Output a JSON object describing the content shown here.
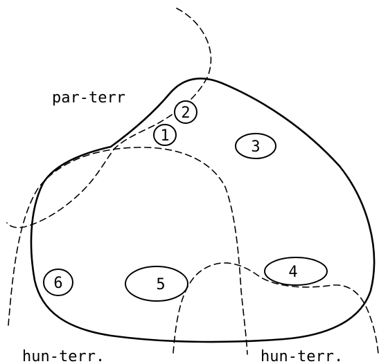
{
  "labels": {
    "top_territory": "par-terr",
    "bottom_left_territory": "hun-terr.",
    "bottom_right_territory": "hun-terr."
  },
  "areas": [
    {
      "id": "area-1",
      "label": "1"
    },
    {
      "id": "area-2",
      "label": "2"
    },
    {
      "id": "area-3",
      "label": "3"
    },
    {
      "id": "area-4",
      "label": "4"
    },
    {
      "id": "area-5",
      "label": "5"
    },
    {
      "id": "area-6",
      "label": "6"
    }
  ]
}
